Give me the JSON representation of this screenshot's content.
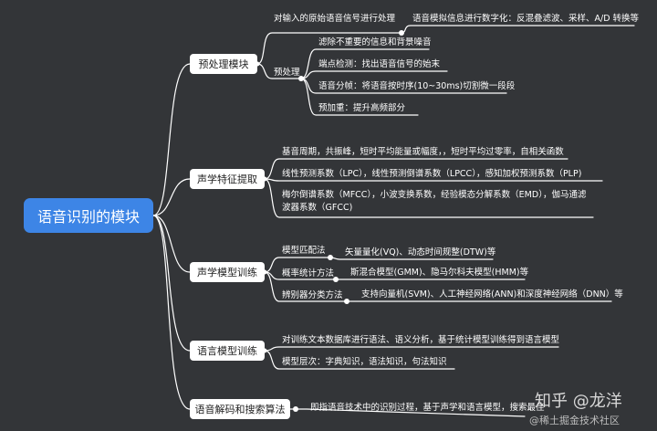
{
  "root": {
    "label": "语音识别的模块"
  },
  "branches": [
    {
      "label": "预处理模块"
    },
    {
      "label": "声学特征提取"
    },
    {
      "label": "声学模型训练"
    },
    {
      "label": "语言模型训练"
    },
    {
      "label": "语音解码和搜索算法"
    }
  ],
  "preprocess": {
    "input": "对输入的原始语音信号进行处理",
    "digitize": "语音模拟信息进行数字化：反混叠滤波、采样、A/D 转换等",
    "sub_label": "预处理",
    "steps": [
      "滤除不重要的信息和背景噪音",
      "端点检测：找出语音信号的始末",
      "语音分帧：将语音按时序(10~30ms)切割微一段段",
      "预加重：提升高频部分"
    ]
  },
  "features": {
    "items": [
      "基音周期，共振峰，短时平均能量或幅度，，短时平均过零率，自相关函数",
      "线性预测系数（LPC），线性预测倒谱系数（LPCC），感知加权预测系数（PLP)",
      "梅尔倒谱系数（MFCC），小波变换系数，经验模态分解系数（EMD），伽马通滤波器系数（GFCC)"
    ]
  },
  "acoustic": {
    "rows": [
      {
        "label": "模型匹配法",
        "detail": "矢量量化(VQ)、动态时间规整(DTW)等"
      },
      {
        "label": "概率统计方法",
        "detail": "斯混合模型(GMM)、隐马尔科夫模型(HMM)等"
      },
      {
        "label": "辨别器分类方法",
        "detail": "支持向量机(SVM)、人工神经网络(ANN)和深度神经网络（DNN）等"
      }
    ]
  },
  "language": {
    "items": [
      "对训练文本数据库进行语法、语义分析，基于统计模型训练得到语言模型",
      "模型层次：字典知识，语法知识，句法知识"
    ]
  },
  "decoding": {
    "text": "即指语音技术中的识别过程，基于声学和语言模型，搜索最佳"
  },
  "watermarks": {
    "zhihu": "知乎 @龙洋",
    "juejin": "@稀土掘金技术社区"
  },
  "colors": {
    "background": "#333538",
    "root": "#3d85e6",
    "line": "#ffffff"
  }
}
